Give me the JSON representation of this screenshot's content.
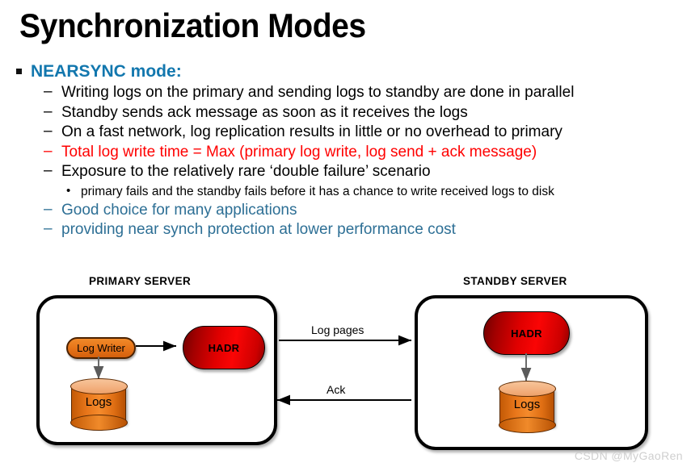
{
  "slide": {
    "title": "Synchronization Modes",
    "heading": "NEARSYNC mode:",
    "heading_color": "#1277ae",
    "bullets": [
      {
        "level": 2,
        "marker": "–",
        "text": "Writing logs on the primary and sending logs to standby are done in parallel",
        "color": "#000000"
      },
      {
        "level": 2,
        "marker": "–",
        "text": "Standby sends ack message as soon as it receives the logs",
        "color": "#000000"
      },
      {
        "level": 2,
        "marker": "–",
        "text": "On a fast network, log replication results in little or no overhead to primary",
        "color": "#000000"
      },
      {
        "level": 2,
        "marker": "–",
        "text": "Total log write time = Max (primary log write, log send + ack message)",
        "color": "#ff0000"
      },
      {
        "level": 2,
        "marker": "–",
        "text": "Exposure to the relatively rare ‘double failure’ scenario",
        "color": "#000000"
      },
      {
        "level": 3,
        "marker": "•",
        "text": "primary fails and the standby fails before it has a chance to write received logs to disk",
        "color": "#000000"
      },
      {
        "level": 2,
        "marker": "–",
        "text": "Good choice for many applications",
        "color": "#2d6f95"
      },
      {
        "level": 2,
        "marker": "–",
        "text": "providing near synch protection at lower performance cost",
        "color": "#2d6f95"
      }
    ]
  },
  "diagram": {
    "primary": {
      "label": "PRIMARY SERVER",
      "log_writer": "Log Writer",
      "hadr": "HADR",
      "logs": "Logs"
    },
    "standby": {
      "label": "STANDBY SERVER",
      "hadr": "HADR",
      "logs": "Logs"
    },
    "links": [
      {
        "label": "Log pages",
        "direction": "right"
      },
      {
        "label": "Ack",
        "direction": "left"
      }
    ],
    "colors": {
      "hadr_red": "#e00000",
      "logs_orange": "#e8761a",
      "box_border": "#000000"
    }
  },
  "watermark": "CSDN @MyGaoRen"
}
